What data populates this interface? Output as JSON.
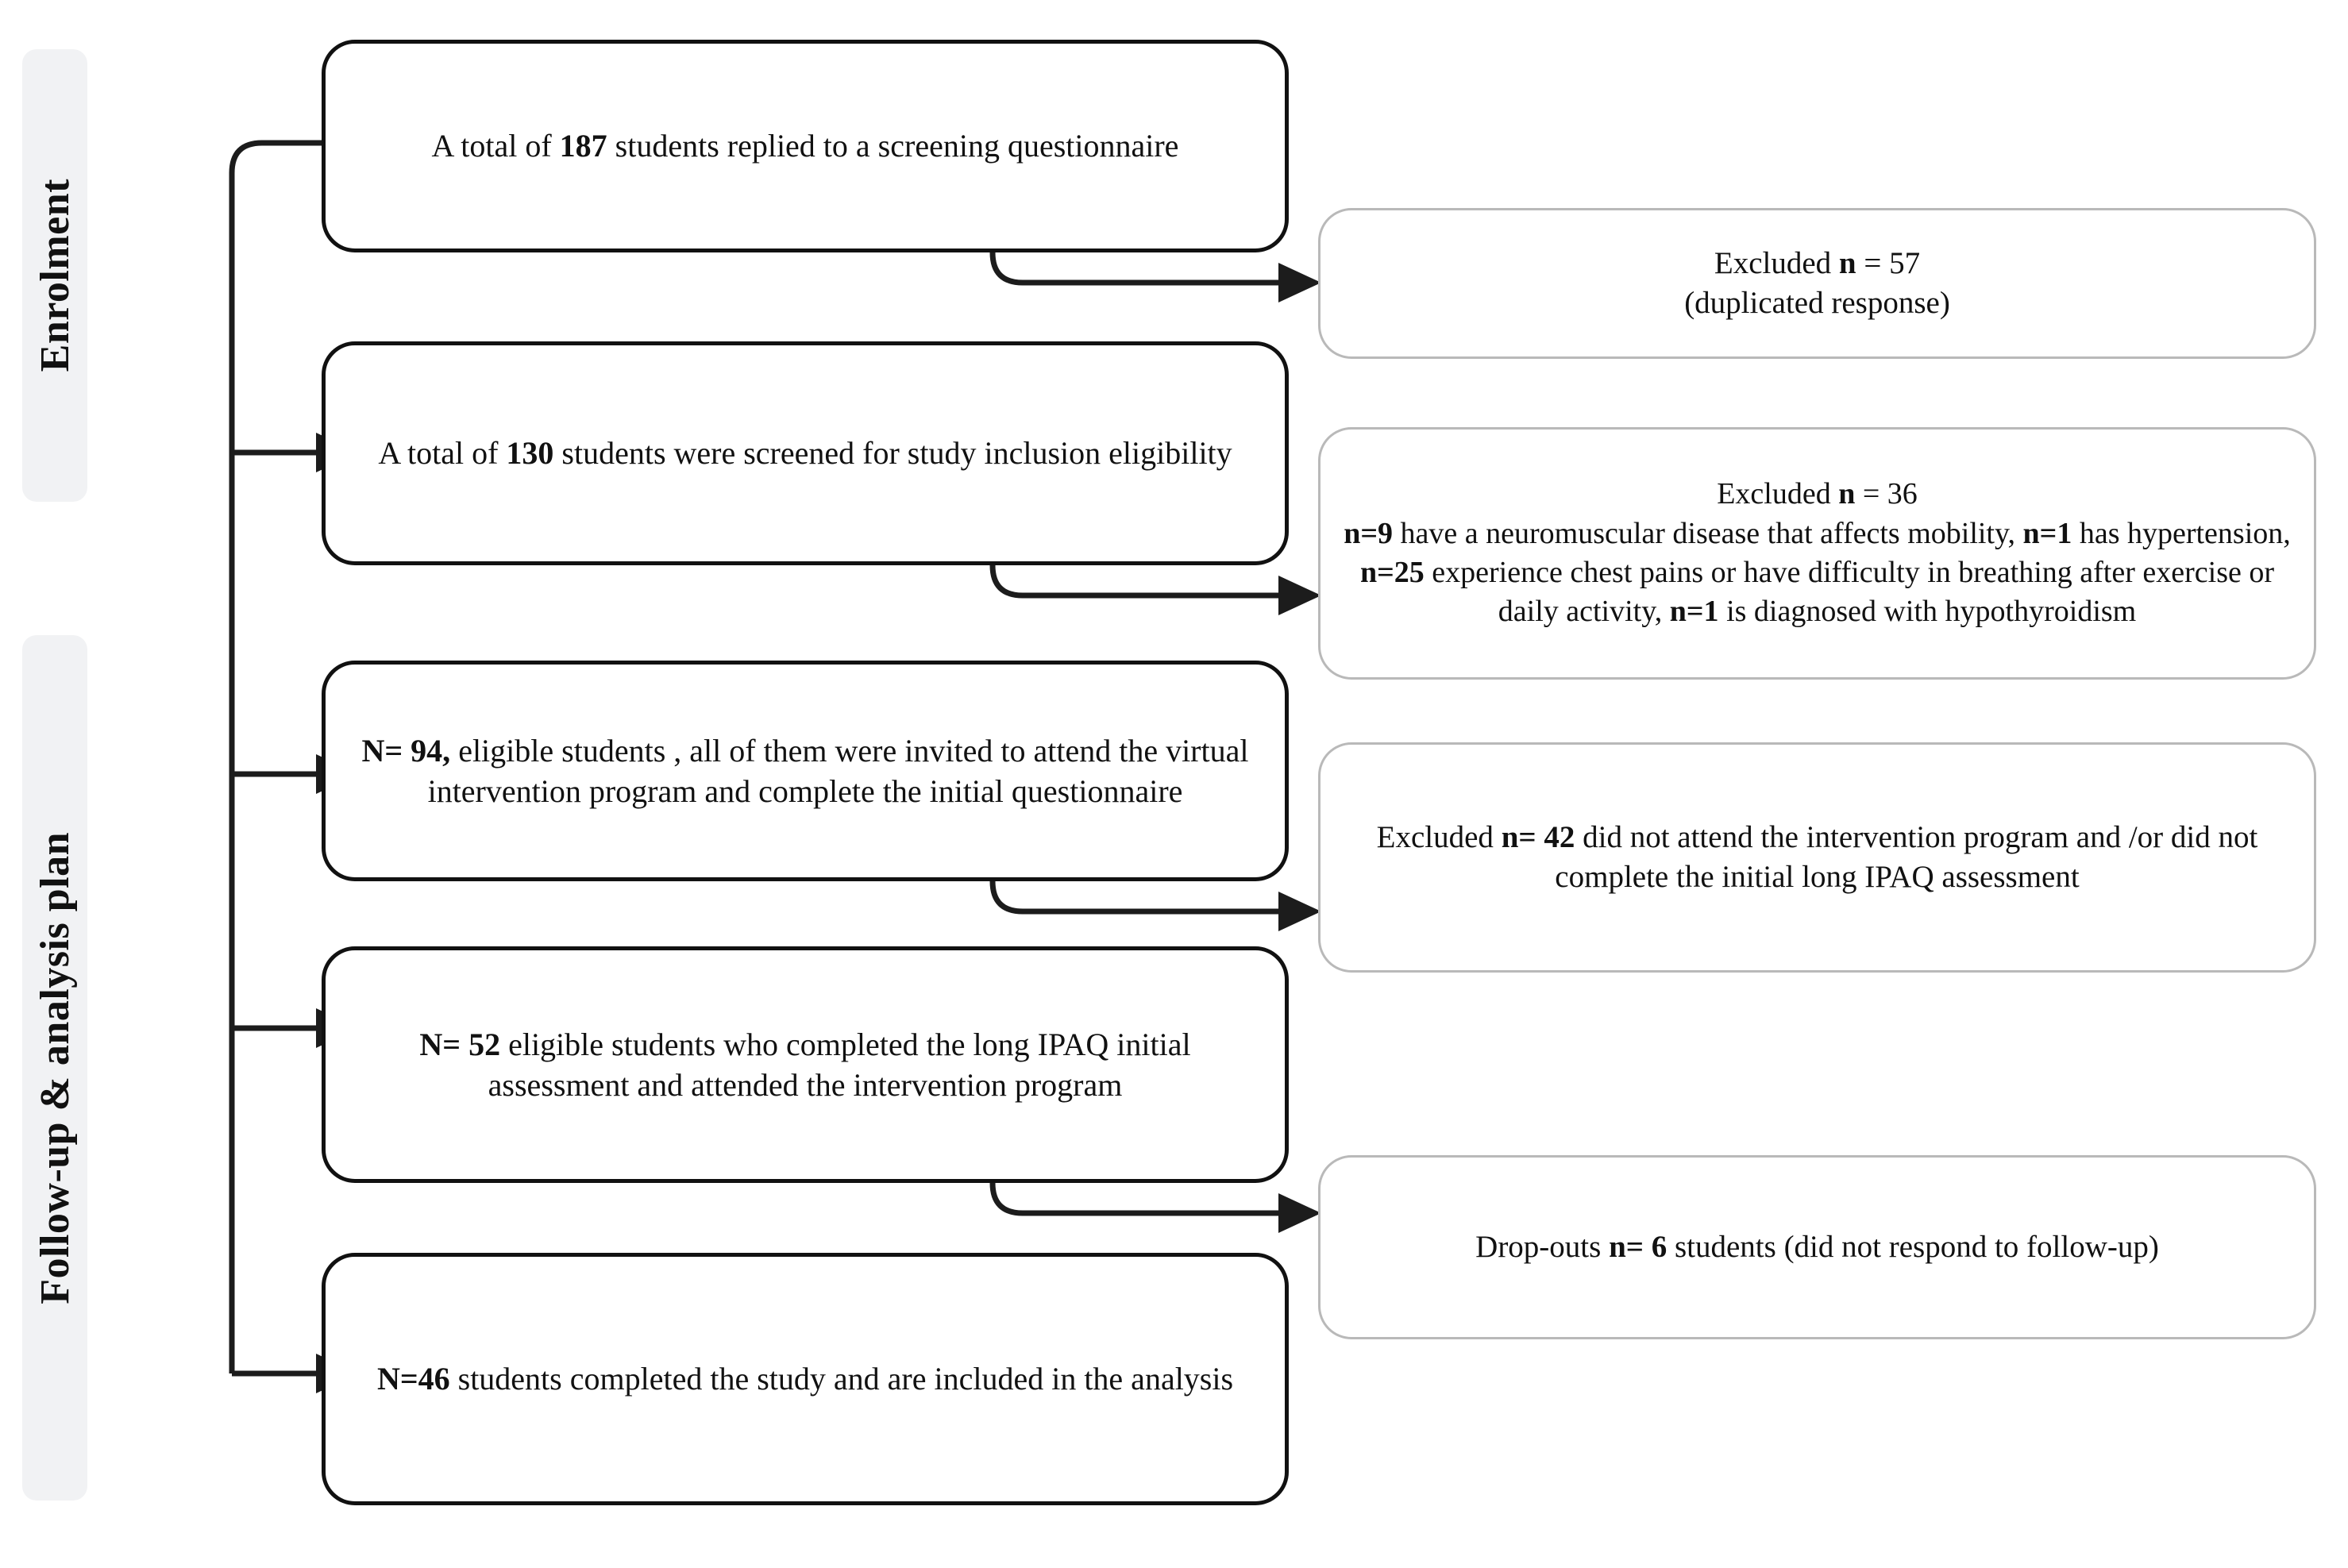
{
  "figure": {
    "type": "flowchart",
    "title": "CONSORT-style participant flow diagram",
    "orientation": "vertical-with-exclusion-branches"
  },
  "stages": [
    {
      "id": "enrolment",
      "label": "Enrolment"
    },
    {
      "id": "followup",
      "label": "Follow-up & analysis plan"
    }
  ],
  "flow": {
    "main_nodes": [
      {
        "id": "screened-replies",
        "segments": [
          {
            "text": "A total of ",
            "bold": false
          },
          {
            "text": "187",
            "bold": true
          },
          {
            "text": " students replied to a screening questionnaire",
            "bold": false
          }
        ],
        "plain": "A total of 187 students replied to a screening questionnaire",
        "count": 187
      },
      {
        "id": "screened-eligibility",
        "segments": [
          {
            "text": "A total of ",
            "bold": false
          },
          {
            "text": "130",
            "bold": true
          },
          {
            "text": " students were screened for study inclusion eligibility",
            "bold": false
          }
        ],
        "plain": "A total of 130 students were screened for study inclusion eligibility",
        "count": 130
      },
      {
        "id": "eligible-invited",
        "segments": [
          {
            "text": "N= 94,",
            "bold": true
          },
          {
            "text": " eligible students , all of them were invited to attend the virtual intervention program and complete the initial questionnaire",
            "bold": false
          }
        ],
        "plain": "N= 94, eligible students , all of them were invited to attend the virtual intervention program and complete the initial questionnaire",
        "count": 94
      },
      {
        "id": "completed-ipaq-attended",
        "segments": [
          {
            "text": "N= 52",
            "bold": true
          },
          {
            "text": " eligible students who completed the long IPAQ initial assessment and attended the intervention program",
            "bold": false
          }
        ],
        "plain": "N= 52 eligible students who completed the long IPAQ initial assessment and attended the intervention program",
        "count": 52
      },
      {
        "id": "included-analysis",
        "segments": [
          {
            "text": "N=46",
            "bold": true
          },
          {
            "text": " students completed the study and are included in the analysis",
            "bold": false
          }
        ],
        "plain": "N=46 students completed the study and are included in the analysis",
        "count": 46
      }
    ],
    "side_nodes": [
      {
        "id": "excluded-duplicated",
        "lines": [
          [
            {
              "text": "Excluded ",
              "bold": false
            },
            {
              "text": "n",
              "bold": true
            },
            {
              "text": " = 57",
              "bold": false
            }
          ],
          [
            {
              "text": "(duplicated response)",
              "bold": false
            }
          ]
        ],
        "plain": "Excluded n = 57 (duplicated response)",
        "count": 57
      },
      {
        "id": "excluded-medical",
        "lines": [
          [
            {
              "text": "Excluded ",
              "bold": false
            },
            {
              "text": "n",
              "bold": true
            },
            {
              "text": " = 36",
              "bold": false
            }
          ],
          [
            {
              "text": "n=9",
              "bold": true
            },
            {
              "text": " have a neuromuscular disease that affects mobility, ",
              "bold": false
            },
            {
              "text": "n=1",
              "bold": true
            },
            {
              "text": " has hypertension, ",
              "bold": false
            },
            {
              "text": "n=25",
              "bold": true
            },
            {
              "text": " experience chest pains or have difficulty in breathing after exercise or daily activity, ",
              "bold": false
            },
            {
              "text": "n=1",
              "bold": true
            },
            {
              "text": " is diagnosed with hypothyroidism",
              "bold": false
            }
          ]
        ],
        "plain": "Excluded n = 36  n=9 have a neuromuscular disease that affects mobility, n=1 has hypertension, n=25 experience chest pains or have difficulty in breathing after exercise or daily activity, n=1 is diagnosed with hypothyroidism",
        "count": 36
      },
      {
        "id": "excluded-no-attend",
        "lines": [
          [
            {
              "text": "Excluded ",
              "bold": false
            },
            {
              "text": "n= 42",
              "bold": true
            },
            {
              "text": " did not attend the intervention program and /or did not complete the initial long IPAQ assessment",
              "bold": false
            }
          ]
        ],
        "plain": "Excluded n= 42 did not attend the intervention program and /or did not complete the initial long IPAQ assessment",
        "count": 42
      },
      {
        "id": "drop-outs",
        "lines": [
          [
            {
              "text": "Drop-outs ",
              "bold": false
            },
            {
              "text": "n= 6",
              "bold": true
            },
            {
              "text": " students (did not respond to follow-up)",
              "bold": false
            }
          ]
        ],
        "plain": "Drop-outs n= 6 students (did not respond to follow-up)",
        "count": 6
      }
    ]
  },
  "colors": {
    "node_border_main": "#111111",
    "node_border_side": "#b9b9b9",
    "connector": "#1c1c1c",
    "stage_background": "#f1f2f4",
    "text": "#111111",
    "page_background": "#ffffff"
  }
}
